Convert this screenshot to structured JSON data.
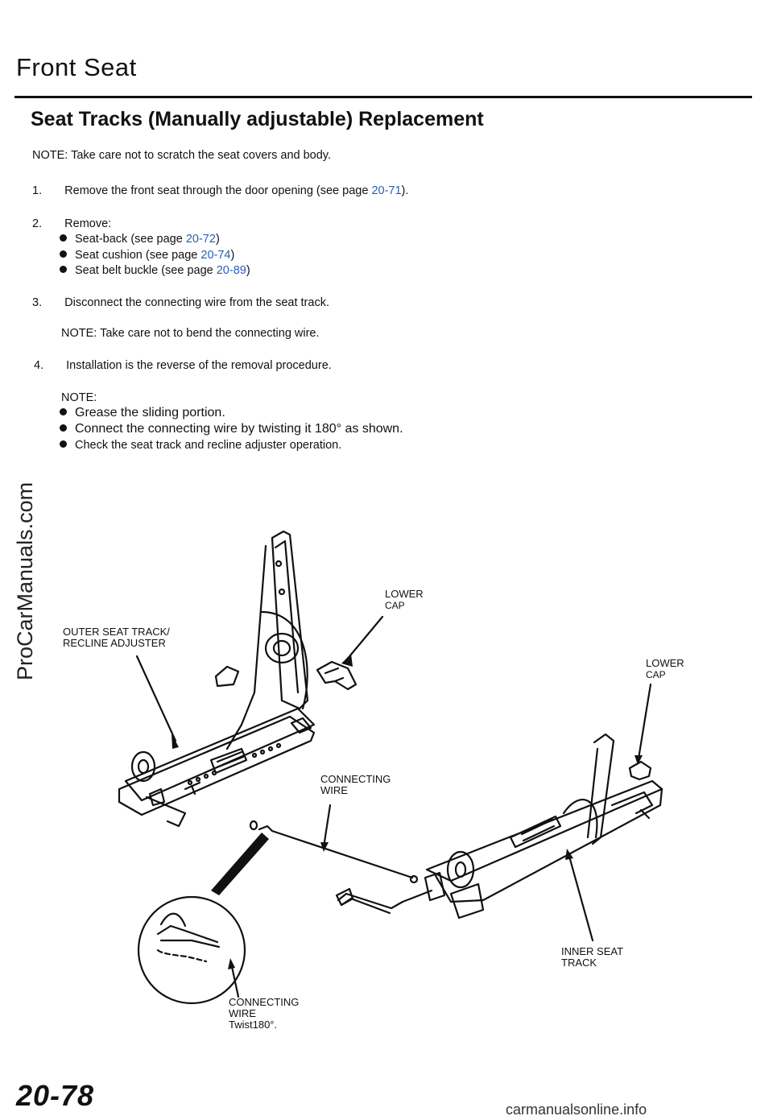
{
  "header": {
    "title": "Front Seat",
    "subtitle": "Seat Tracks (Manually adjustable) Replacement"
  },
  "note_top": "NOTE:  Take care not to scratch the seat covers and body.",
  "steps": {
    "s1": {
      "num": "1.",
      "text": "Remove the front seat through the door opening (see page ",
      "link": "20-71",
      "after": ")."
    },
    "s2": {
      "num": "2.",
      "text": "Remove:",
      "bullets": [
        {
          "text": "Seat-back (see page ",
          "link": "20-72",
          "after": ")"
        },
        {
          "text": "Seat cushion (see page ",
          "link": "20-74",
          "after": ")"
        },
        {
          "text": "Seat belt buckle (see page ",
          "link": "20-89",
          "after": ")"
        }
      ]
    },
    "s3": {
      "num": "3.",
      "text": "Disconnect the connecting wire from the seat track.",
      "note": "NOTE:  Take care not to bend the connecting wire."
    },
    "s4": {
      "num": "4.",
      "text": "Installation is the reverse of the removal procedure.",
      "note_label": "NOTE:",
      "bullets": [
        "Grease the sliding portion.",
        "Connect the connecting wire by twisting it 180° as shown.",
        "Check the seat track and recline adjuster operation."
      ]
    }
  },
  "diagram_labels": {
    "lower_cap_1": [
      "LOWER",
      "CAP"
    ],
    "outer_track": [
      "OUTER SEAT TRACK/",
      "RECLINE ADJUSTER"
    ],
    "lower_cap_2": [
      "LOWER",
      "CAP"
    ],
    "connecting_wire": [
      "CONNECTING",
      "WIRE"
    ],
    "inner_track": [
      "INNER SEAT",
      "TRACK"
    ],
    "connecting_wire_twist": [
      "CONNECTING",
      "WIRE",
      "Twist180°."
    ]
  },
  "watermark": "ProCarManuals.com",
  "page_number": "20-78",
  "footer": "carmanualsonline.info"
}
